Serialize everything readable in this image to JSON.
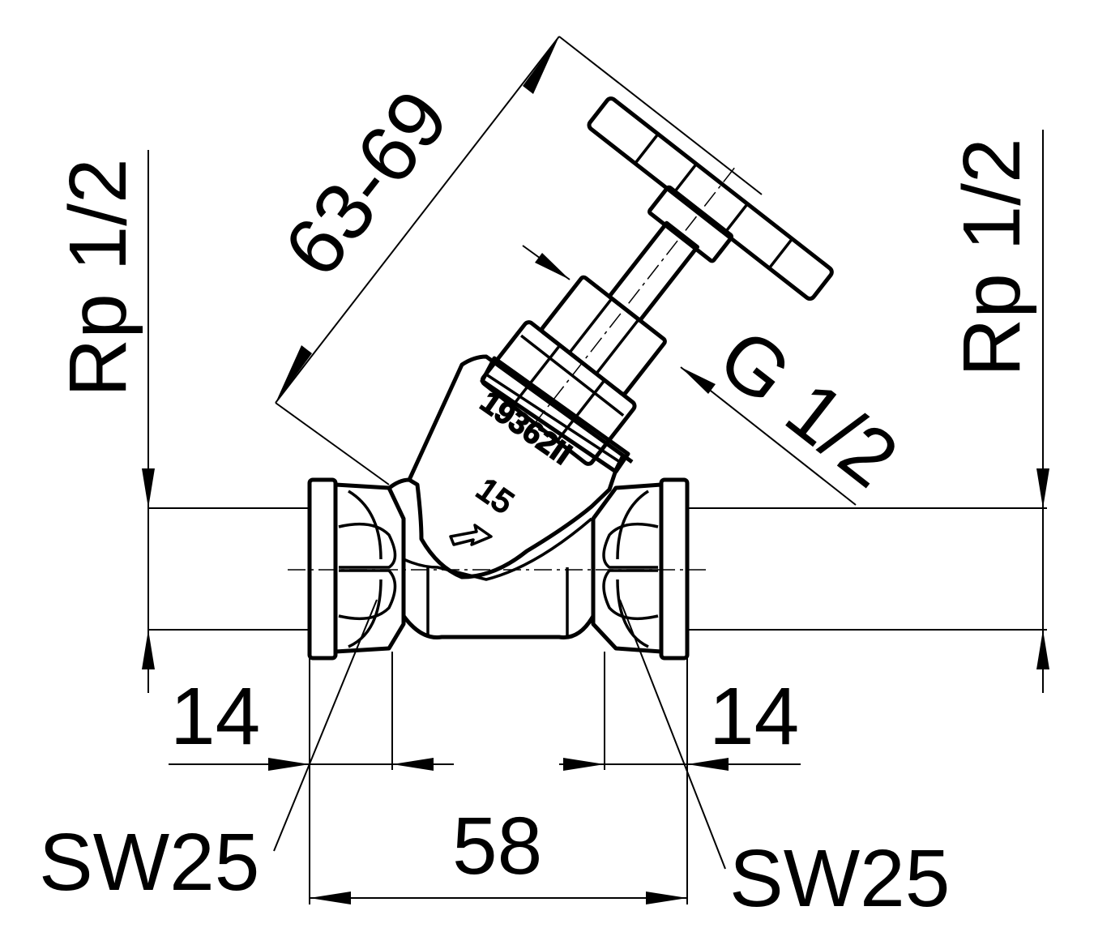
{
  "dimensions": {
    "rp_left": "Rp 1/2",
    "rp_right": "Rp 1/2",
    "spindle_length": "63-69",
    "bonnet_thread": "G 1/2",
    "socket_depth_left": "14",
    "socket_depth_right": "14",
    "wrench_left": "SW25",
    "wrench_right": "SW25",
    "overall_length": "58"
  },
  "body_markings": {
    "serial": "19362II",
    "nominal_size": "15"
  }
}
